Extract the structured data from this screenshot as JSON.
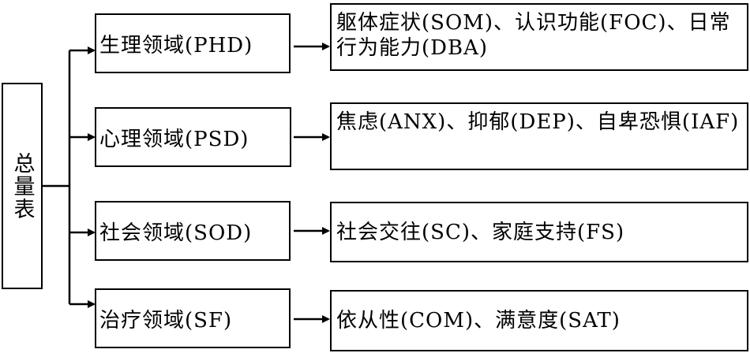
{
  "root": {
    "label": "总量表"
  },
  "domains": [
    {
      "label": "生理领域(PHD)",
      "items": "躯体症状(SOM)、认识功能(FOC)、日常行为能力(DBA)"
    },
    {
      "label": "心理领域(PSD)",
      "items": "焦虑(ANX)、抑郁(DEP)、自卑恐惧(IAF)"
    },
    {
      "label": "社会领域(SOD)",
      "items": "社会交往(SC)、家庭支持(FS)"
    },
    {
      "label": "治疗领域(SF)",
      "items": "依从性(COM)、满意度(SAT)"
    }
  ]
}
